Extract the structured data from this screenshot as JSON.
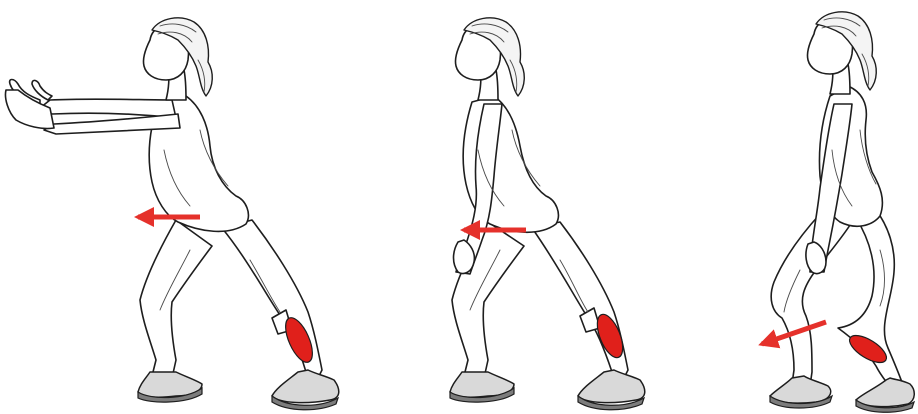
{
  "illustration": {
    "panels": [
      {
        "pose": "arms-extended-forward",
        "arrow": "left-horizontal",
        "highlight": "calf"
      },
      {
        "pose": "arms-at-side",
        "arrow": "left-horizontal",
        "highlight": "calf"
      },
      {
        "pose": "knees-bent-squat",
        "arrow": "left-diagonal-down",
        "highlight": "calf"
      }
    ],
    "colors": {
      "arrow": "#e5312b",
      "highlight": "#e0201b",
      "outline": "#1e1e1e",
      "background": "#ffffff"
    }
  }
}
